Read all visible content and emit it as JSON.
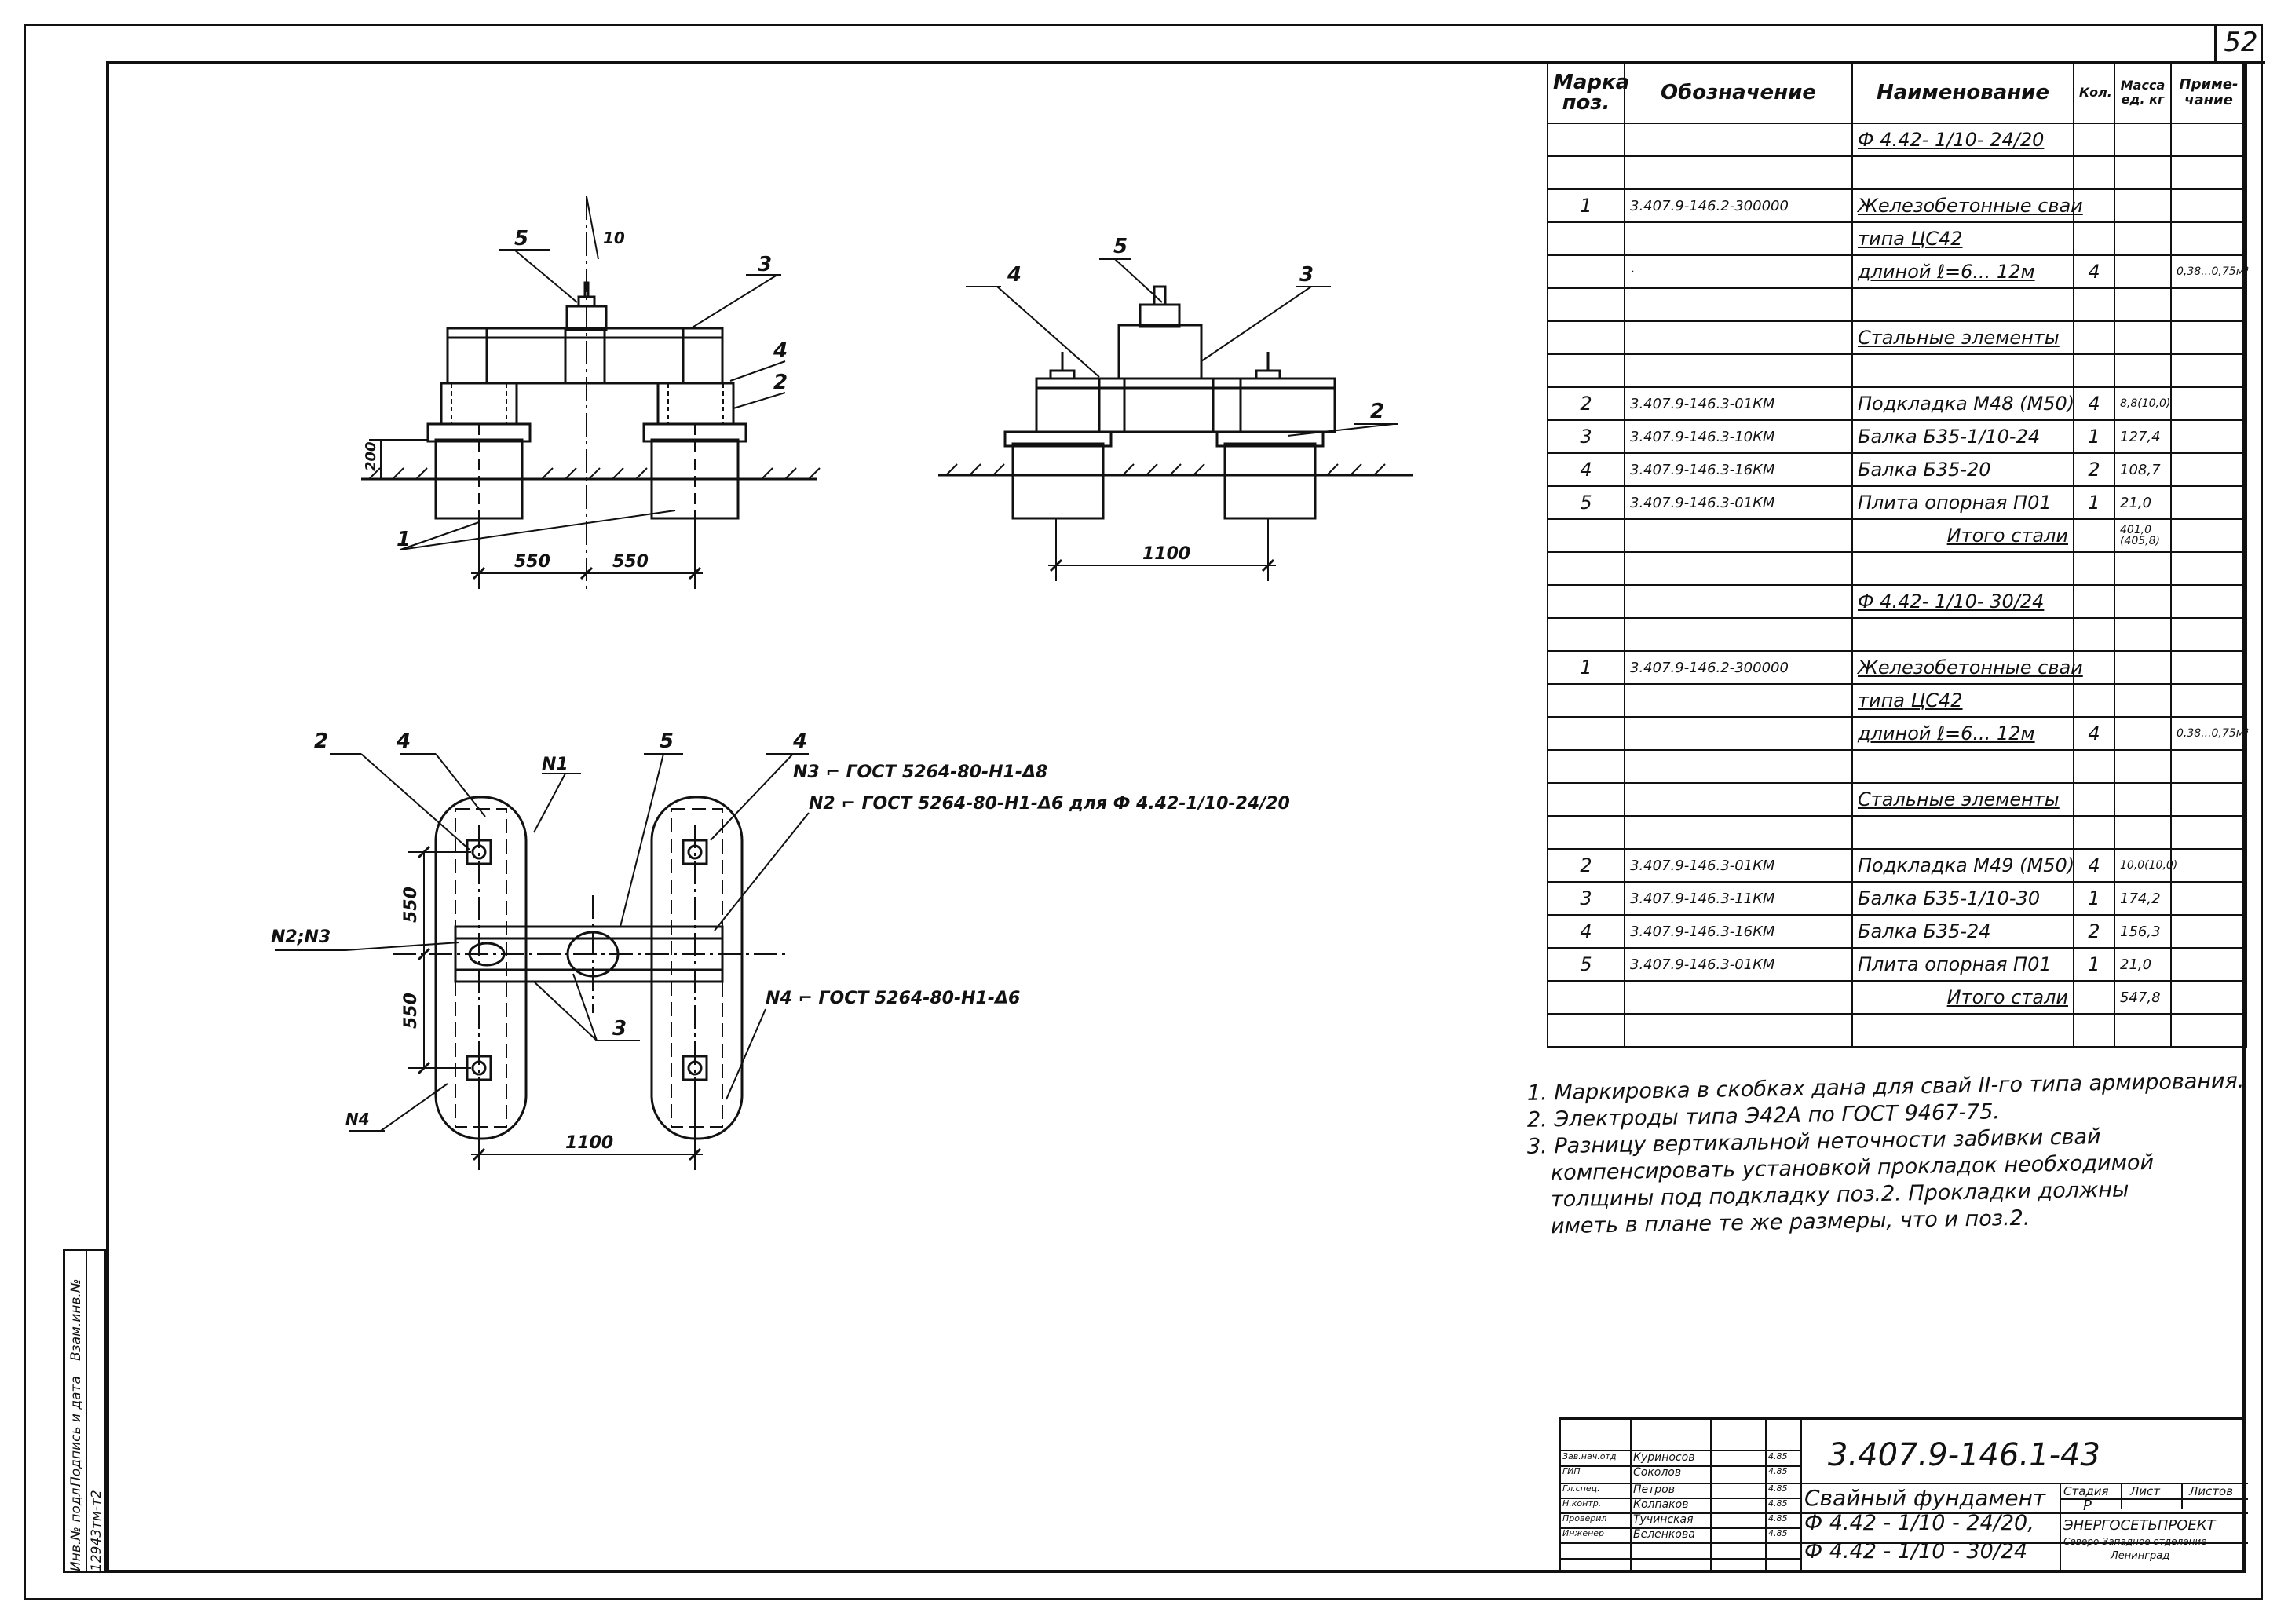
{
  "sheet": {
    "page_number": "52"
  },
  "spec": {
    "headers": [
      "Марка поз.",
      "Обозначение",
      "Наименование",
      "Кол.",
      "Масса ед. кг",
      "Приме-чание"
    ],
    "rows": [
      [
        "",
        "",
        "Ф 4.42- 1/10- 24/20",
        "",
        "",
        ""
      ],
      [
        "",
        "",
        "",
        "",
        "",
        ""
      ],
      [
        "1",
        "3.407.9-146.2-300000",
        "Железобетонные сваи",
        "",
        "",
        ""
      ],
      [
        "",
        "",
        "типа ЦС42",
        "",
        "",
        ""
      ],
      [
        "",
        "·",
        "длиной ℓ=6... 12м",
        "4",
        "",
        "0,38...0,75м³"
      ],
      [
        "",
        "",
        "",
        "",
        "",
        ""
      ],
      [
        "",
        "",
        "Стальные элементы",
        "",
        "",
        ""
      ],
      [
        "",
        "",
        "",
        "",
        "",
        ""
      ],
      [
        "2",
        "3.407.9-146.3-01КМ",
        "Подкладка М48 (М50)",
        "4",
        "8,8(10,0)",
        ""
      ],
      [
        "3",
        "3.407.9-146.3-10КМ",
        "Балка Б35-1/10-24",
        "1",
        "127,4",
        ""
      ],
      [
        "4",
        "3.407.9-146.3-16КМ",
        "Балка Б35-20",
        "2",
        "108,7",
        ""
      ],
      [
        "5",
        "3.407.9-146.3-01КМ",
        "Плита опорная П01",
        "1",
        "21,0",
        ""
      ],
      [
        "",
        "",
        "Итого стали",
        "",
        "401,0 (405,8)",
        ""
      ],
      [
        "",
        "",
        "",
        "",
        "",
        ""
      ],
      [
        "",
        "",
        "Ф 4.42- 1/10- 30/24",
        "",
        "",
        ""
      ],
      [
        "",
        "",
        "",
        "",
        "",
        ""
      ],
      [
        "1",
        "3.407.9-146.2-300000",
        "Железобетонные сваи",
        "",
        "",
        ""
      ],
      [
        "",
        "",
        "типа ЦС42",
        "",
        "",
        ""
      ],
      [
        "",
        "",
        "длиной ℓ=6... 12м",
        "4",
        "",
        "0,38...0,75м³"
      ],
      [
        "",
        "",
        "",
        "",
        "",
        ""
      ],
      [
        "",
        "",
        "Стальные элементы",
        "",
        "",
        ""
      ],
      [
        "",
        "",
        "",
        "",
        "",
        ""
      ],
      [
        "2",
        "3.407.9-146.3-01КМ",
        "Подкладка М49 (М50)",
        "4",
        "10,0(10,0)",
        ""
      ],
      [
        "3",
        "3.407.9-146.3-11КМ",
        "Балка Б35-1/10-30",
        "1",
        "174,2",
        ""
      ],
      [
        "4",
        "3.407.9-146.3-16КМ",
        "Балка Б35-24",
        "2",
        "156,3",
        ""
      ],
      [
        "5",
        "3.407.9-146.3-01КМ",
        "Плита опорная П01",
        "1",
        "21,0",
        ""
      ],
      [
        "",
        "",
        "Итого стали",
        "",
        "547,8",
        ""
      ],
      [
        "",
        "",
        "",
        "",
        "",
        ""
      ]
    ]
  },
  "notes": [
    "1. Маркировка в скобках дана для свай II-го типа армирования.",
    "2. Электроды типа Э42А по ГОСТ 9467-75.",
    "3. Разницу вертикальной неточности забивки свай",
    "компенсировать установкой прокладок необходимой",
    "толщины под подкладку поз.2. Прокладки должны",
    "иметь в плане те же размеры, что и поз.2."
  ],
  "drawing": {
    "front_view": {
      "labels": [
        "5",
        "10",
        "3",
        "4",
        "2",
        "1"
      ],
      "height_dim": "200",
      "dims": [
        "550",
        "550"
      ]
    },
    "side_view": {
      "labels": [
        "5",
        "4",
        "3",
        "2"
      ],
      "dim": "1100"
    },
    "plan_view": {
      "labels": [
        "2",
        "4",
        "5",
        "4",
        "N1",
        "N2;N3",
        "3",
        "N4"
      ],
      "dims": [
        "550",
        "550",
        "1100"
      ],
      "weld_notes": [
        "N3 ⌐ ГОСТ 5264-80-Н1-Δ8",
        "N2 ⌐ ГОСТ 5264-80-Н1-Δ6 для Ф 4.42-1/10-24/20",
        "N4 ⌐ ГОСТ 5264-80-Н1-Δ6"
      ]
    }
  },
  "title_block": {
    "code": "3.407.9-146.1-43",
    "title_lines": [
      "Свайный фундамент",
      "Ф 4.42 - 1/10 - 24/20,",
      "Ф 4.42 - 1/10 - 30/24"
    ],
    "roles": [
      "Зав.нач.отд",
      "ГИП",
      "Гл.спец.",
      "Н.контр.",
      "Проверил",
      "Инженер"
    ],
    "names": [
      "Куриносов",
      "Соколов",
      "Петров",
      "Колпаков",
      "Тучинская",
      "Беленкова"
    ],
    "dates": [
      "4.85",
      "4.85",
      "4.85",
      "4.85",
      "4.85",
      "4.85"
    ],
    "stage_label": "Стадия",
    "sheet_label": "Лист",
    "sheets_label": "Листов",
    "stage": "Р",
    "org": [
      "ЭНЕРГОСЕТЬПРОЕКТ",
      "Северо-Западное отделение",
      "Ленинград"
    ]
  },
  "side_stamp": [
    "Инв.№ подл.",
    "Подпись и дата",
    "Взам.инв.№",
    "12943тм-т2"
  ]
}
